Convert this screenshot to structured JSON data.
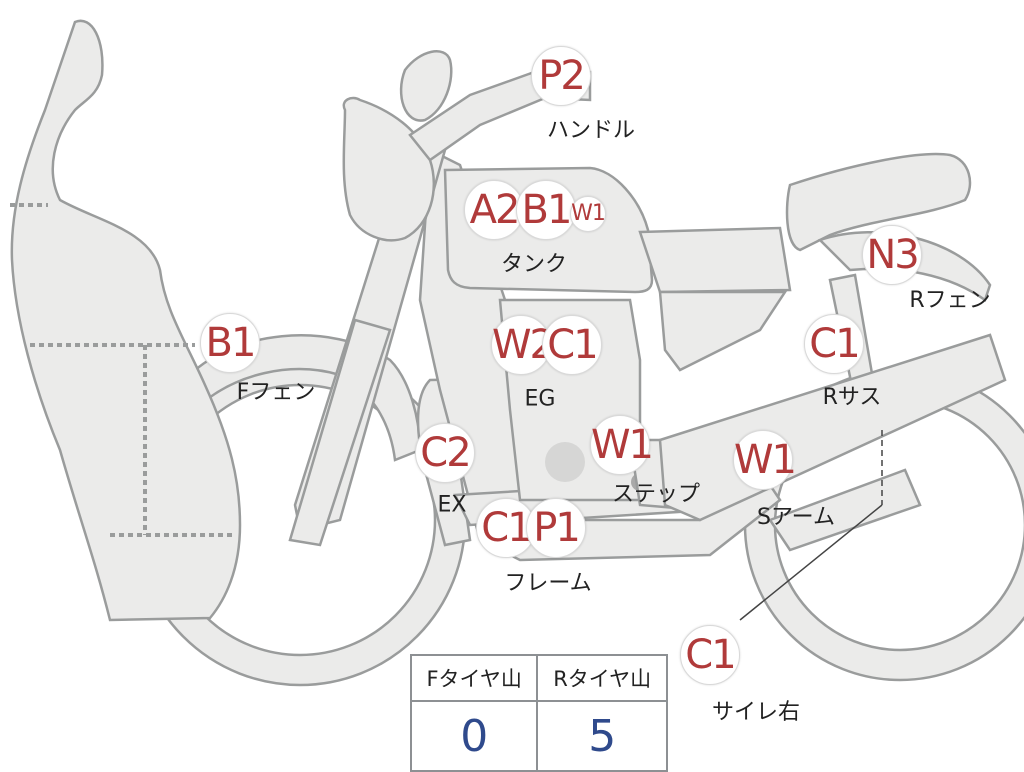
{
  "parts": [
    {
      "id": "handle",
      "code": "P2",
      "label": "ハンドル"
    },
    {
      "id": "tank",
      "codes": [
        "A2",
        "B1",
        "W1"
      ],
      "label": "タンク"
    },
    {
      "id": "front-fender",
      "code": "B1",
      "label": "Fフェン"
    },
    {
      "id": "engine",
      "codes": [
        "W2",
        "C1"
      ],
      "label": "EG"
    },
    {
      "id": "exhaust",
      "code": "C2",
      "label": "EX"
    },
    {
      "id": "frame",
      "codes": [
        "C1",
        "P1"
      ],
      "label": "フレーム"
    },
    {
      "id": "step",
      "code": "W1",
      "label": "ステップ"
    },
    {
      "id": "swing-arm",
      "code": "W1",
      "label": "Sアーム"
    },
    {
      "id": "rear-suspension",
      "code": "C1",
      "label": "Rサス"
    },
    {
      "id": "rear-fender",
      "code": "N3",
      "label": "Rフェン"
    },
    {
      "id": "muffler-right",
      "code": "C1",
      "label": "サイレ右"
    }
  ],
  "tread": {
    "front_header": "Fタイヤ山",
    "rear_header": "Rタイヤ山",
    "front_value": "0",
    "rear_value": "5"
  },
  "colors": {
    "body_fill": "#ebebea",
    "outline": "#9a9c9c",
    "code_text": "#b03a3a",
    "value_text": "#2f4a8c"
  }
}
